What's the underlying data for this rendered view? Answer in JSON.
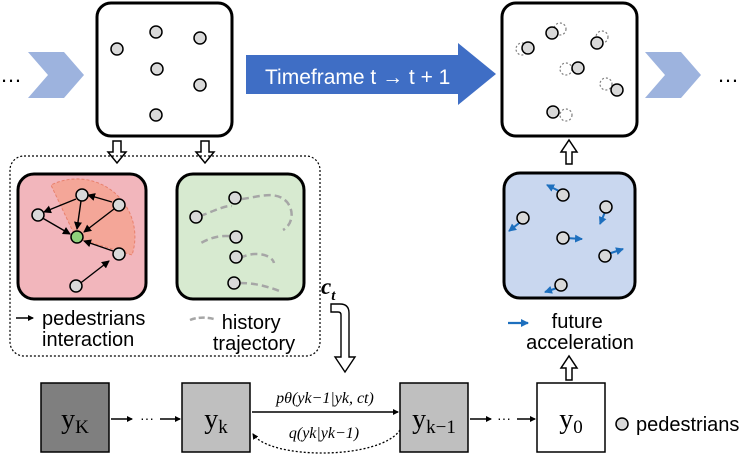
{
  "colors": {
    "chevron": "#9db3de",
    "banner": "#3f6ec5",
    "interaction_bg": "#f2b6bc",
    "interaction_sector": "#f4a38e",
    "history_bg": "#d7ead0",
    "future_bg": "#c9d7ef",
    "arrow_blue": "#1d6fbe",
    "dark_box": "#7f7f7f",
    "light_box": "#bfbfbf",
    "pedestrian_fill": "#d9d9d9",
    "trajectory": "#a6a6a6"
  },
  "diagram": {
    "left_ellipsis": "…",
    "right_ellipsis": "…",
    "timeframe_label": "Timeframe t → t + 1",
    "interaction_legend": [
      "pedestrians",
      "interaction"
    ],
    "history_legend": [
      "history",
      "trajectory"
    ],
    "future_legend": [
      "future",
      "acceleration"
    ],
    "condition_label": "c",
    "condition_sub": "t",
    "chain": {
      "y_K": "y",
      "y_K_sub": "K",
      "y_k": "y",
      "y_k_sub": "k",
      "y_km1": "y",
      "y_km1_sub": "k−1",
      "y_0": "y",
      "y_0_sub": "0",
      "dots": "···"
    },
    "forward_label": "pθ(yk−1|yk, ct)",
    "reverse_label": "q(yk|yk−1)",
    "pedestrians_legend": "pedestrians"
  }
}
